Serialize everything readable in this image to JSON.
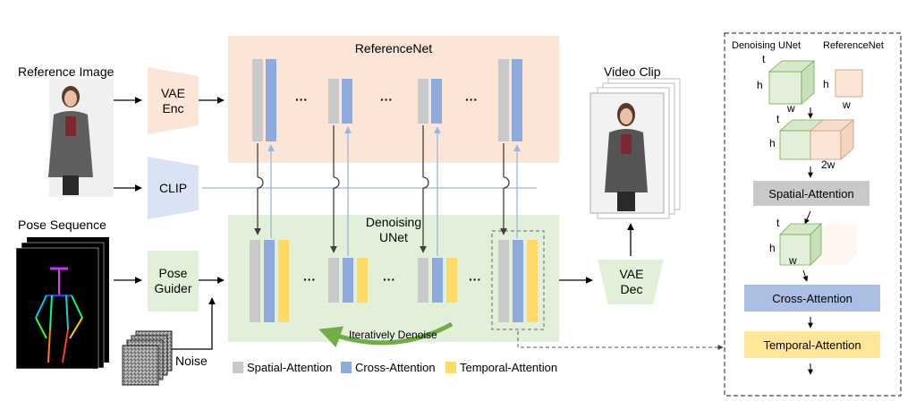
{
  "diagram": {
    "inputs": {
      "reference_image": "Reference Image",
      "pose_sequence": "Pose Sequence",
      "noise": "Noise"
    },
    "modules": {
      "vae_enc": "VAE\nEnc",
      "clip": "CLIP",
      "pose_guider": "Pose\nGuider",
      "vae_dec": "VAE\nDec",
      "reference_net": "ReferenceNet",
      "denoising_unet": "Denoising\nUNet"
    },
    "output": {
      "video_clip": "Video Clip"
    },
    "loop_label": "Iteratively Denoise",
    "ellipsis": "···",
    "legend": [
      {
        "label": "Spatial-Attention",
        "color": "#c9c9c9"
      },
      {
        "label": "Cross-Attention",
        "color": "#8faadc"
      },
      {
        "label": "Temporal-Attention",
        "color": "#ffd966"
      }
    ],
    "detail_panel": {
      "denoising_unet": "Denoising UNet",
      "reference_net": "ReferenceNet",
      "dims": {
        "t": "t",
        "h": "h",
        "w": "w",
        "two_w": "2w"
      },
      "spatial_attention": "Spatial-Attention",
      "cross_attention": "Cross-Attention",
      "temporal_attention": "Temporal-Attention"
    }
  },
  "colors": {
    "orange_fill": "#fbe5d6",
    "blue_fill": "#dae3f3",
    "green_fill": "#e2f0d9",
    "grey_block": "#c9c9c9",
    "blue_block": "#8faadc",
    "yellow_block": "#ffd966",
    "arrow_green": "#70ad47"
  }
}
